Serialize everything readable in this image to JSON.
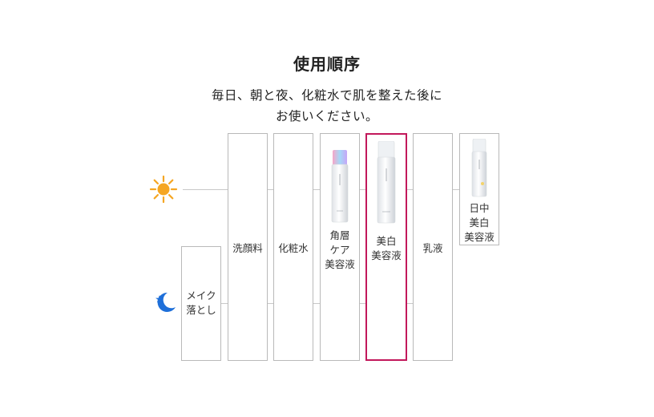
{
  "title": "使用順序",
  "subtitle": [
    "毎日、朝と夜、化粧水で肌を整えた後に",
    "お使いください。"
  ],
  "icons": {
    "morning": "sun-icon",
    "night": "moon-star-icon"
  },
  "colors": {
    "highlight": "#c2185b",
    "sun": "#f5a623",
    "moon": "#1e6fd9",
    "border": "#b9b9b9"
  },
  "steps": [
    {
      "id": "makeup-remover",
      "label": "メイク\n落とし",
      "time": "night"
    },
    {
      "id": "cleanser",
      "label": "洗顔料",
      "time": "both"
    },
    {
      "id": "toner",
      "label": "化粧水",
      "time": "both"
    },
    {
      "id": "keratin-care-serum",
      "label": "角層\nケア\n美容液",
      "time": "both"
    },
    {
      "id": "whitening-serum",
      "label": "美白\n美容液",
      "time": "both",
      "highlight": true
    },
    {
      "id": "emulsion",
      "label": "乳液",
      "time": "both"
    },
    {
      "id": "day-serum",
      "label": "日中\n美白\n美容液",
      "time": "morning"
    }
  ]
}
